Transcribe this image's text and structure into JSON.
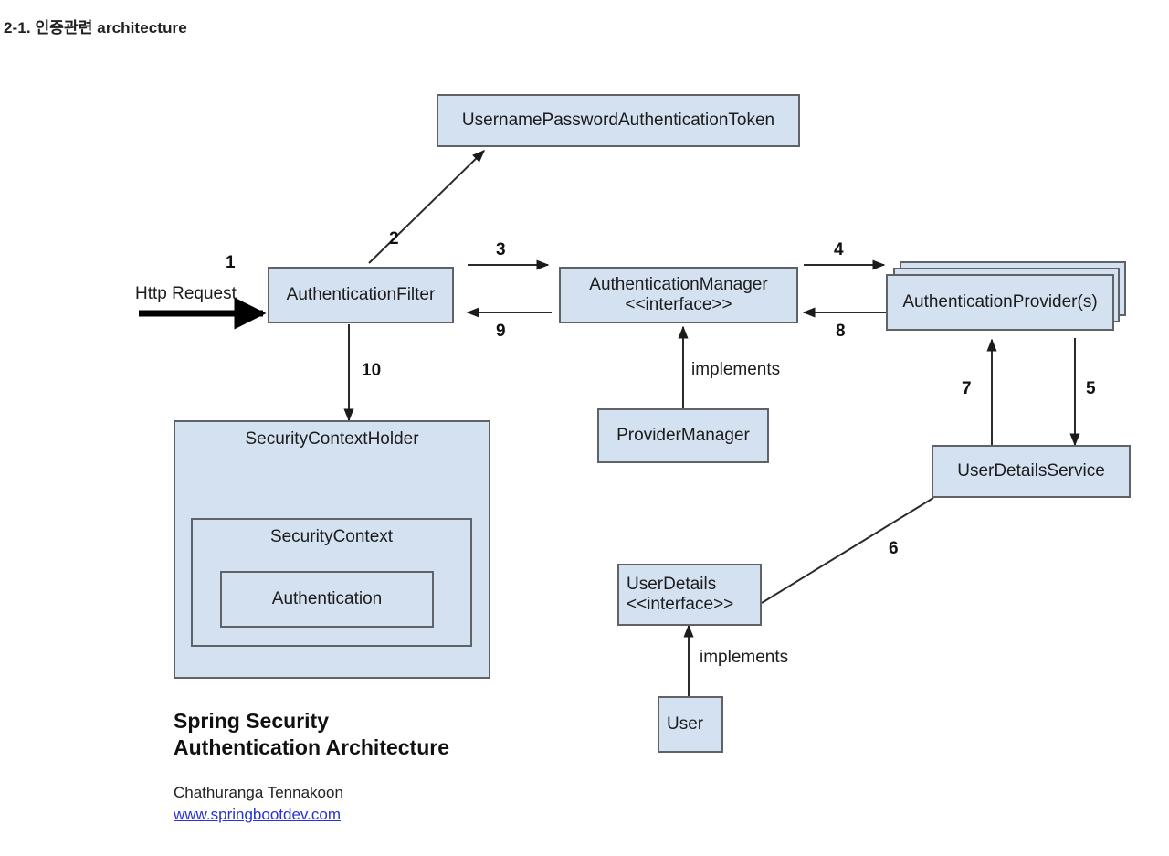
{
  "page": {
    "heading": "2-1. 인증관련 architecture",
    "background_color": "#ffffff"
  },
  "diagram": {
    "type": "architecture-flow",
    "node_fill_color": "#d4e1f0",
    "node_border_color": "#5f6368",
    "nodes": [
      {
        "id": "token",
        "label": "UsernamePasswordAuthenticationToken"
      },
      {
        "id": "filter",
        "label": "AuthenticationFilter"
      },
      {
        "id": "manager",
        "label": "AuthenticationManager\n<<interface>>"
      },
      {
        "id": "providers",
        "label": "AuthenticationProvider(s)"
      },
      {
        "id": "provider_manager",
        "label": "ProviderManager"
      },
      {
        "id": "user_details_service",
        "label": "UserDetailsService"
      },
      {
        "id": "user_details",
        "label": "UserDetails\n<<interface>>"
      },
      {
        "id": "user",
        "label": "User"
      },
      {
        "id": "security_context_holder",
        "label": "SecurityContextHolder"
      },
      {
        "id": "security_context",
        "label": "SecurityContext"
      },
      {
        "id": "authentication",
        "label": "Authentication"
      }
    ],
    "entry_label": "Http Request",
    "edge_labels": {
      "step1": "1",
      "step2": "2",
      "step3": "3",
      "step4": "4",
      "step5": "5",
      "step6": "6",
      "step7": "7",
      "step8": "8",
      "step9": "9",
      "step10": "10",
      "implements_manager": "implements",
      "implements_userdetails": "implements"
    }
  },
  "caption": {
    "title": "Spring Security\nAuthentication Architecture",
    "author": "Chathuranga Tennakoon",
    "link": "www.springbootdev.com",
    "link_color": "#2833d6"
  }
}
